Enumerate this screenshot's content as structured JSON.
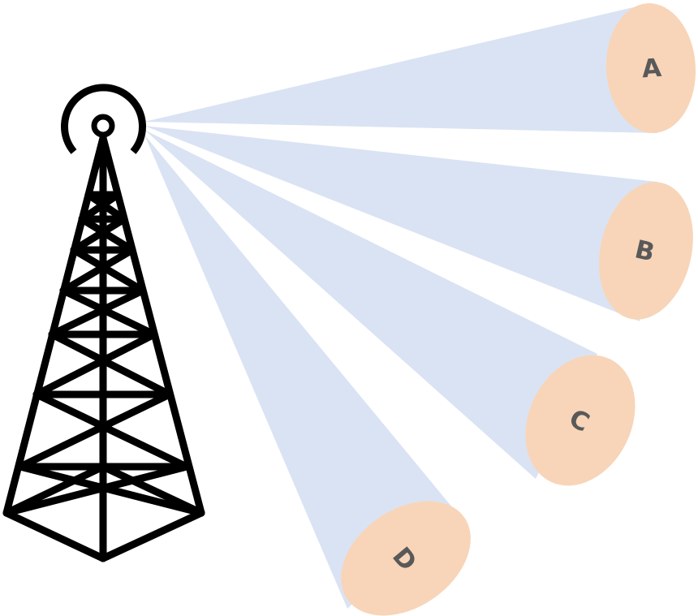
{
  "diagram": {
    "colors": {
      "beam": "#dae3f3",
      "target": "#f8d5b8",
      "label": "#595959",
      "tower": "#000000"
    },
    "icon": "radio-tower-icon",
    "targets": [
      {
        "label": "A"
      },
      {
        "label": "B"
      },
      {
        "label": "C"
      },
      {
        "label": "D"
      }
    ]
  }
}
